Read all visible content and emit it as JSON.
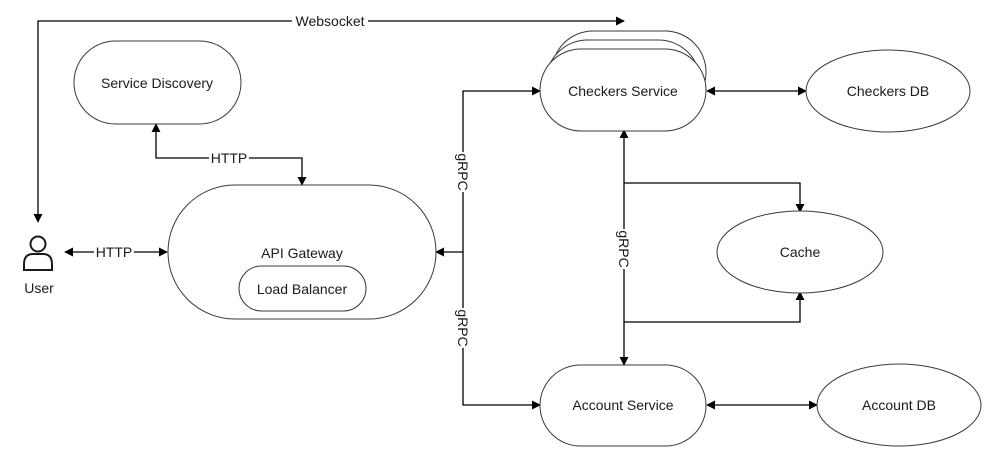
{
  "nodes": {
    "service_discovery": "Service Discovery",
    "api_gateway": "API Gateway",
    "load_balancer": "Load Balancer",
    "checkers_service": "Checkers Service",
    "checkers_db": "Checkers DB",
    "cache": "Cache",
    "account_service": "Account Service",
    "account_db": "Account DB",
    "user": "User"
  },
  "edges": {
    "websocket": "Websocket",
    "http_discovery": "HTTP",
    "http_user": "HTTP",
    "grpc_checkers": "gRPC",
    "grpc_account": "gRPC",
    "grpc_services": "gRPC"
  },
  "colors": {
    "stroke": "#3a3a3a",
    "edge": "#000000",
    "background": "#ffffff"
  },
  "icons": {
    "user": "user-icon"
  }
}
